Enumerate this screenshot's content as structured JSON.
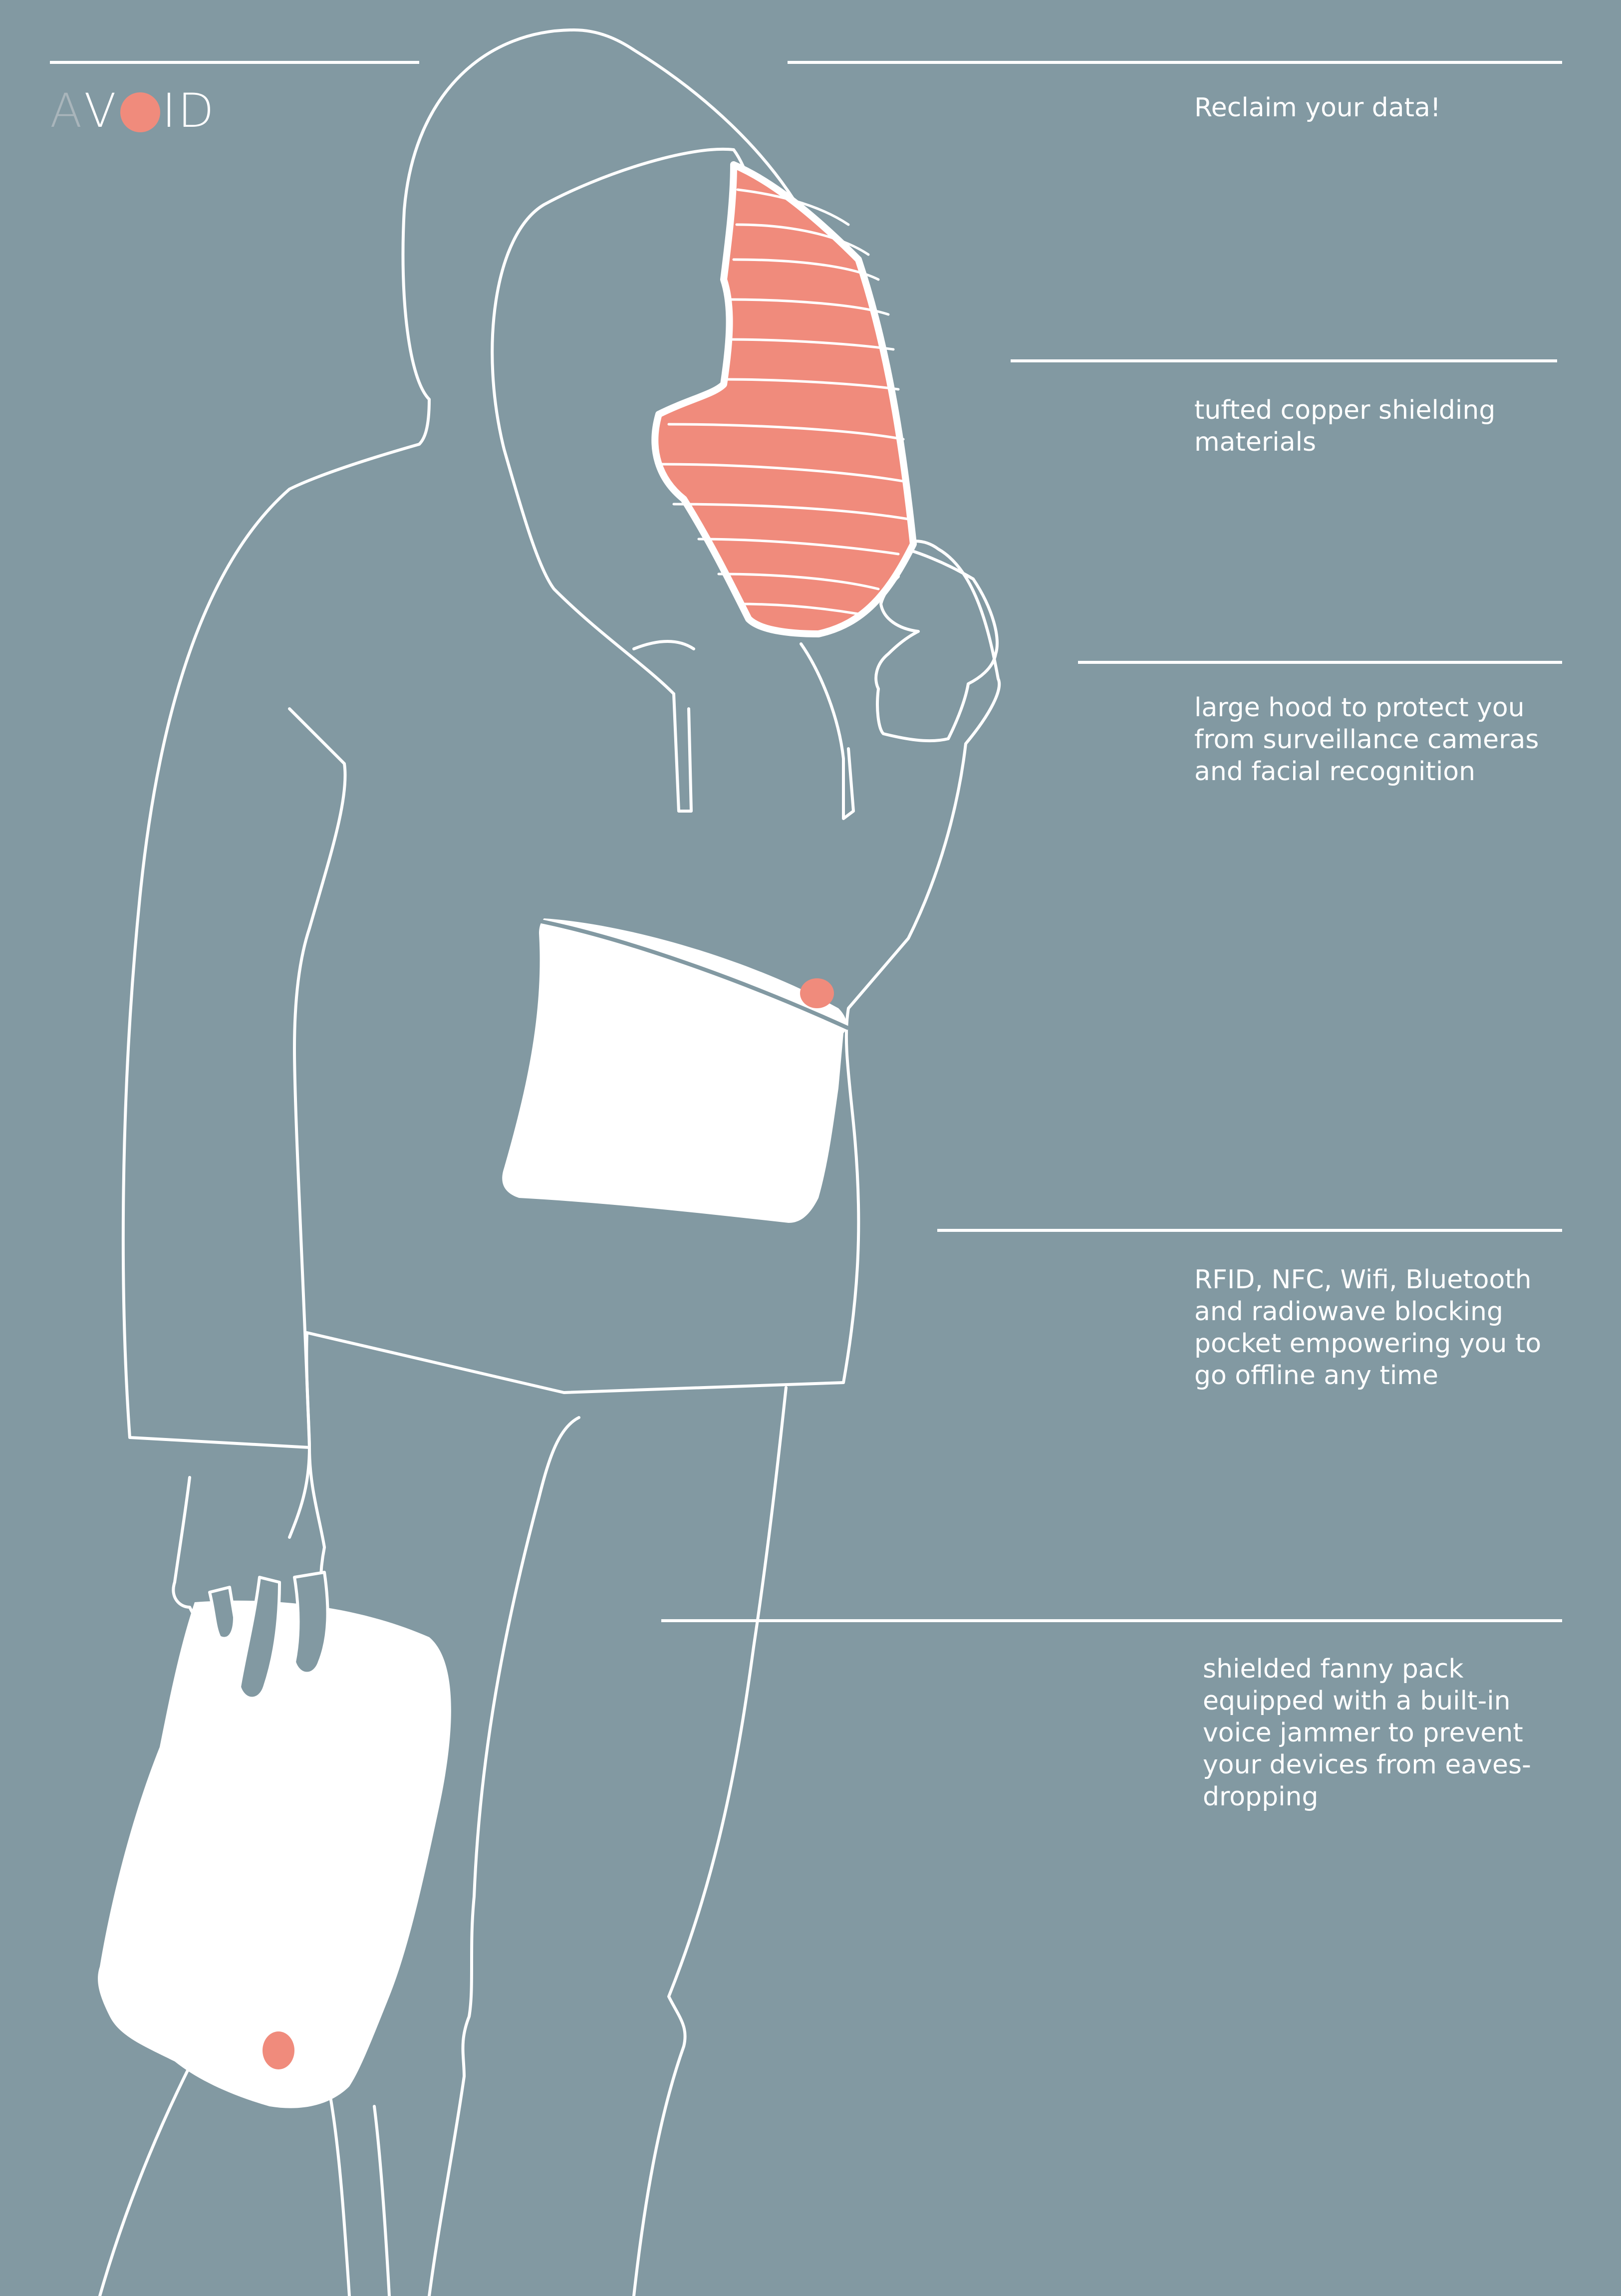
{
  "brand": {
    "logo_letters": [
      "A",
      "V",
      "O",
      "ID"
    ],
    "colors": {
      "background": "#8299a2",
      "accent": "#f08b7c",
      "line": "#ffffff",
      "muted_letter": "#a9b5bb"
    }
  },
  "captions": {
    "tagline": "Reclaim your data!",
    "copper": "tufted copper shielding\nmaterials",
    "hood": "large hood to protect you\nfrom surveillance cameras\nand facial recognition",
    "pocket": "RFID, NFC, Wifi, Bluetooth\nand radiowave blocking\npocket empowering you to\ngo offline any time",
    "fanny_pack": "shielded fanny pack\nequipped with a built-in\nvoice jammer to prevent\nyour devices from eaves-\ndropping"
  },
  "illustration": {
    "subject": "figure-in-hoodie-line-drawing",
    "icons": [
      "hood-icon",
      "copper-lining-icon",
      "hand-icon",
      "shielded-pocket-icon",
      "fanny-pack-icon",
      "button-icon"
    ]
  }
}
